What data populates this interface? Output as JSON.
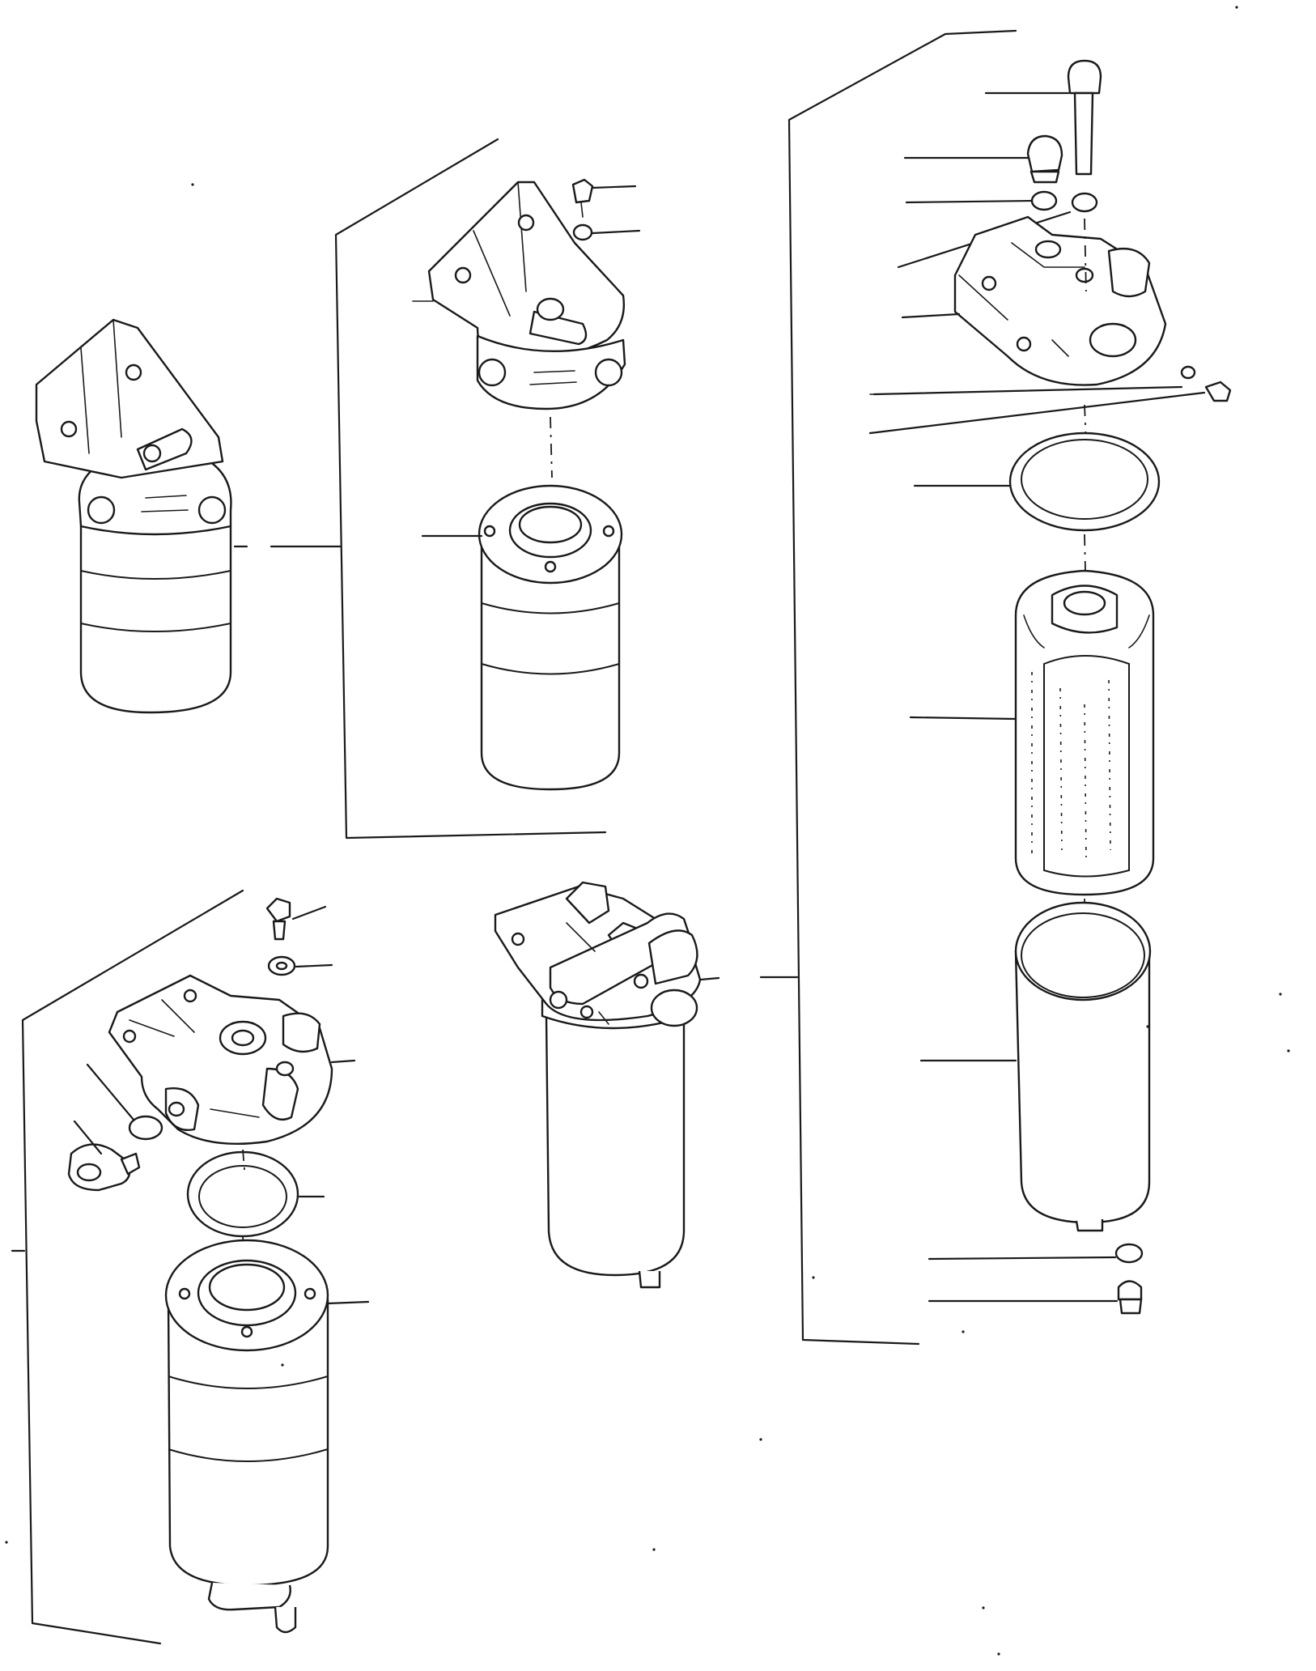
{
  "figure": {
    "groups": [
      {
        "name": "assembled-filter-a"
      },
      {
        "name": "exploded-filter-a"
      },
      {
        "name": "exploded-filter-b"
      },
      {
        "name": "assembled-filter-b"
      },
      {
        "name": "exploded-filter-c"
      }
    ]
  }
}
